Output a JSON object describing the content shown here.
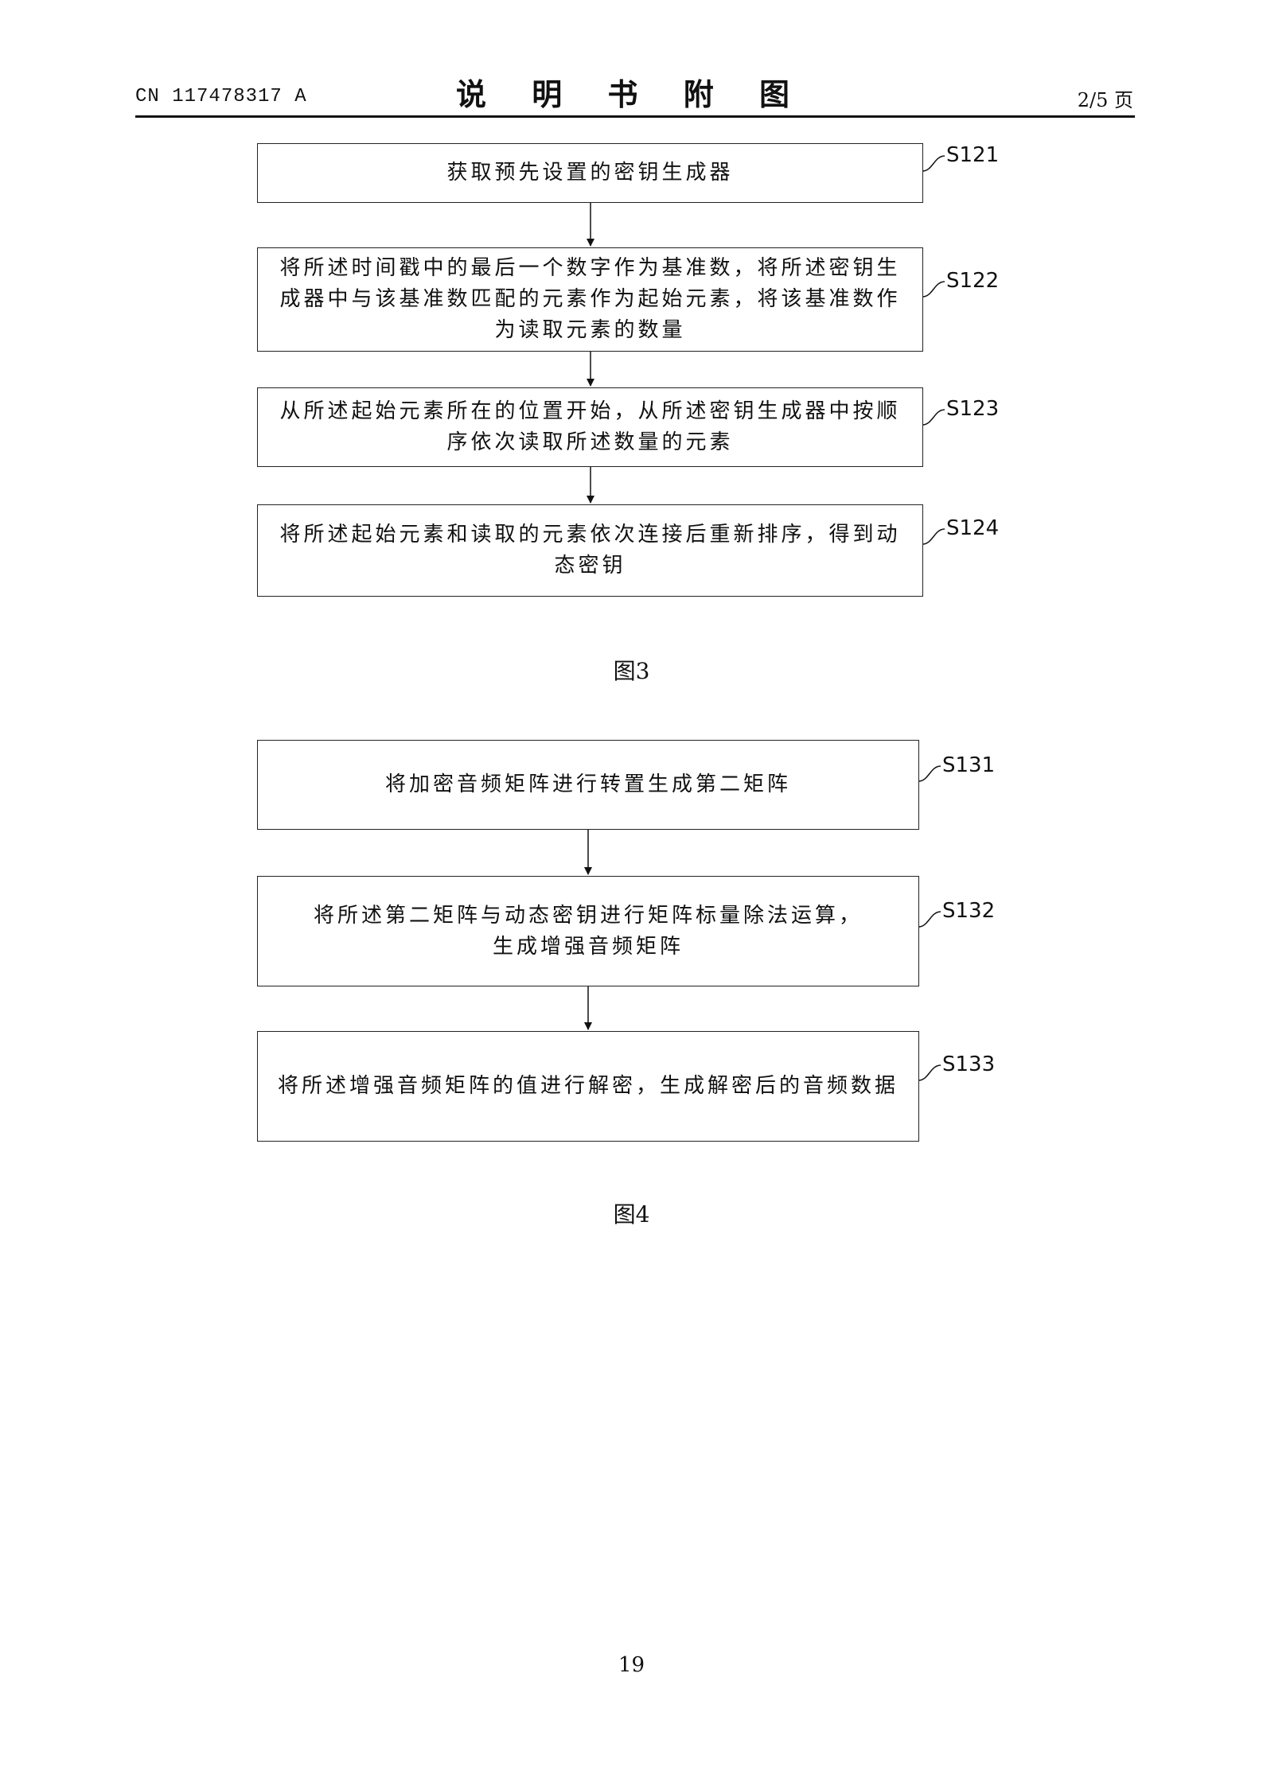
{
  "header": {
    "doc_id": "CN 117478317 A",
    "title": "说 明 书 附 图",
    "page_of": "2/5 页"
  },
  "figure3": {
    "caption": "图3",
    "steps": [
      {
        "label": "S121",
        "text": "获取预先设置的密钥生成器"
      },
      {
        "label": "S122",
        "text": "将所述时间戳中的最后一个数字作为基准数，将所述密钥生成器中与该基准数匹配的元素作为起始元素，将该基准数作为读取元素的数量"
      },
      {
        "label": "S123",
        "text": "从所述起始元素所在的位置开始，从所述密钥生成器中按顺序依次读取所述数量的元素"
      },
      {
        "label": "S124",
        "text": "将所述起始元素和读取的元素依次连接后重新排序，得到动态密钥"
      }
    ]
  },
  "figure4": {
    "caption": "图4",
    "steps": [
      {
        "label": "S131",
        "text": "将加密音频矩阵进行转置生成第二矩阵"
      },
      {
        "label": "S132",
        "text": "将所述第二矩阵与动态密钥进行矩阵标量除法运算，生成增强音频矩阵"
      },
      {
        "label": "S133",
        "text": "将所述增强音频矩阵的值进行解密，生成解密后的音频数据"
      }
    ]
  },
  "page_number": "19"
}
